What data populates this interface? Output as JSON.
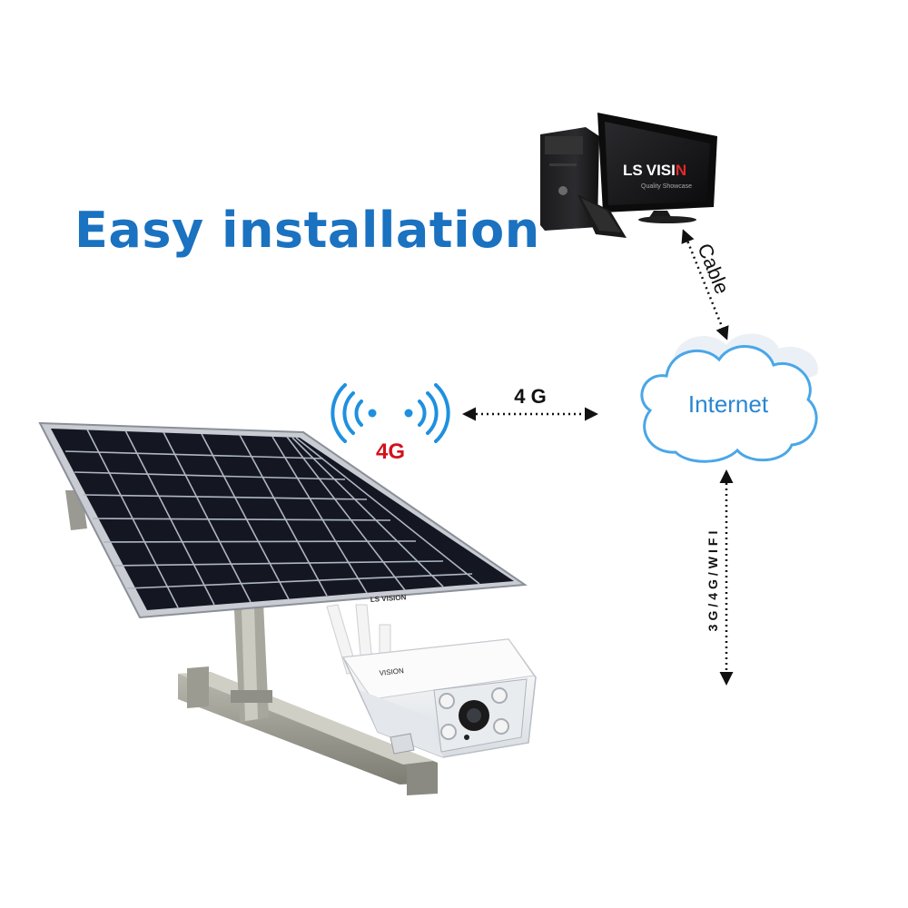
{
  "title": "Easy installation",
  "labels": {
    "cable": "Cable",
    "link_4g": "4 G",
    "wireless_badge": "4G",
    "internet": "Internet",
    "mobile": "3G/4G/WIFI"
  },
  "brand": {
    "monitor_logo_a": "LS",
    "monitor_logo_b": "VISI",
    "monitor_logo_c": "N",
    "monitor_tagline": "Quality Showcase",
    "panel_logo": "LS VISION",
    "camera_logo": "VISION"
  },
  "colors": {
    "title": "#1a72c0",
    "badge_red": "#d3121c",
    "wifi_blue": "#1e90e0",
    "cloud_outline": "#4aa6e8",
    "cloud_text": "#2a86d2"
  }
}
